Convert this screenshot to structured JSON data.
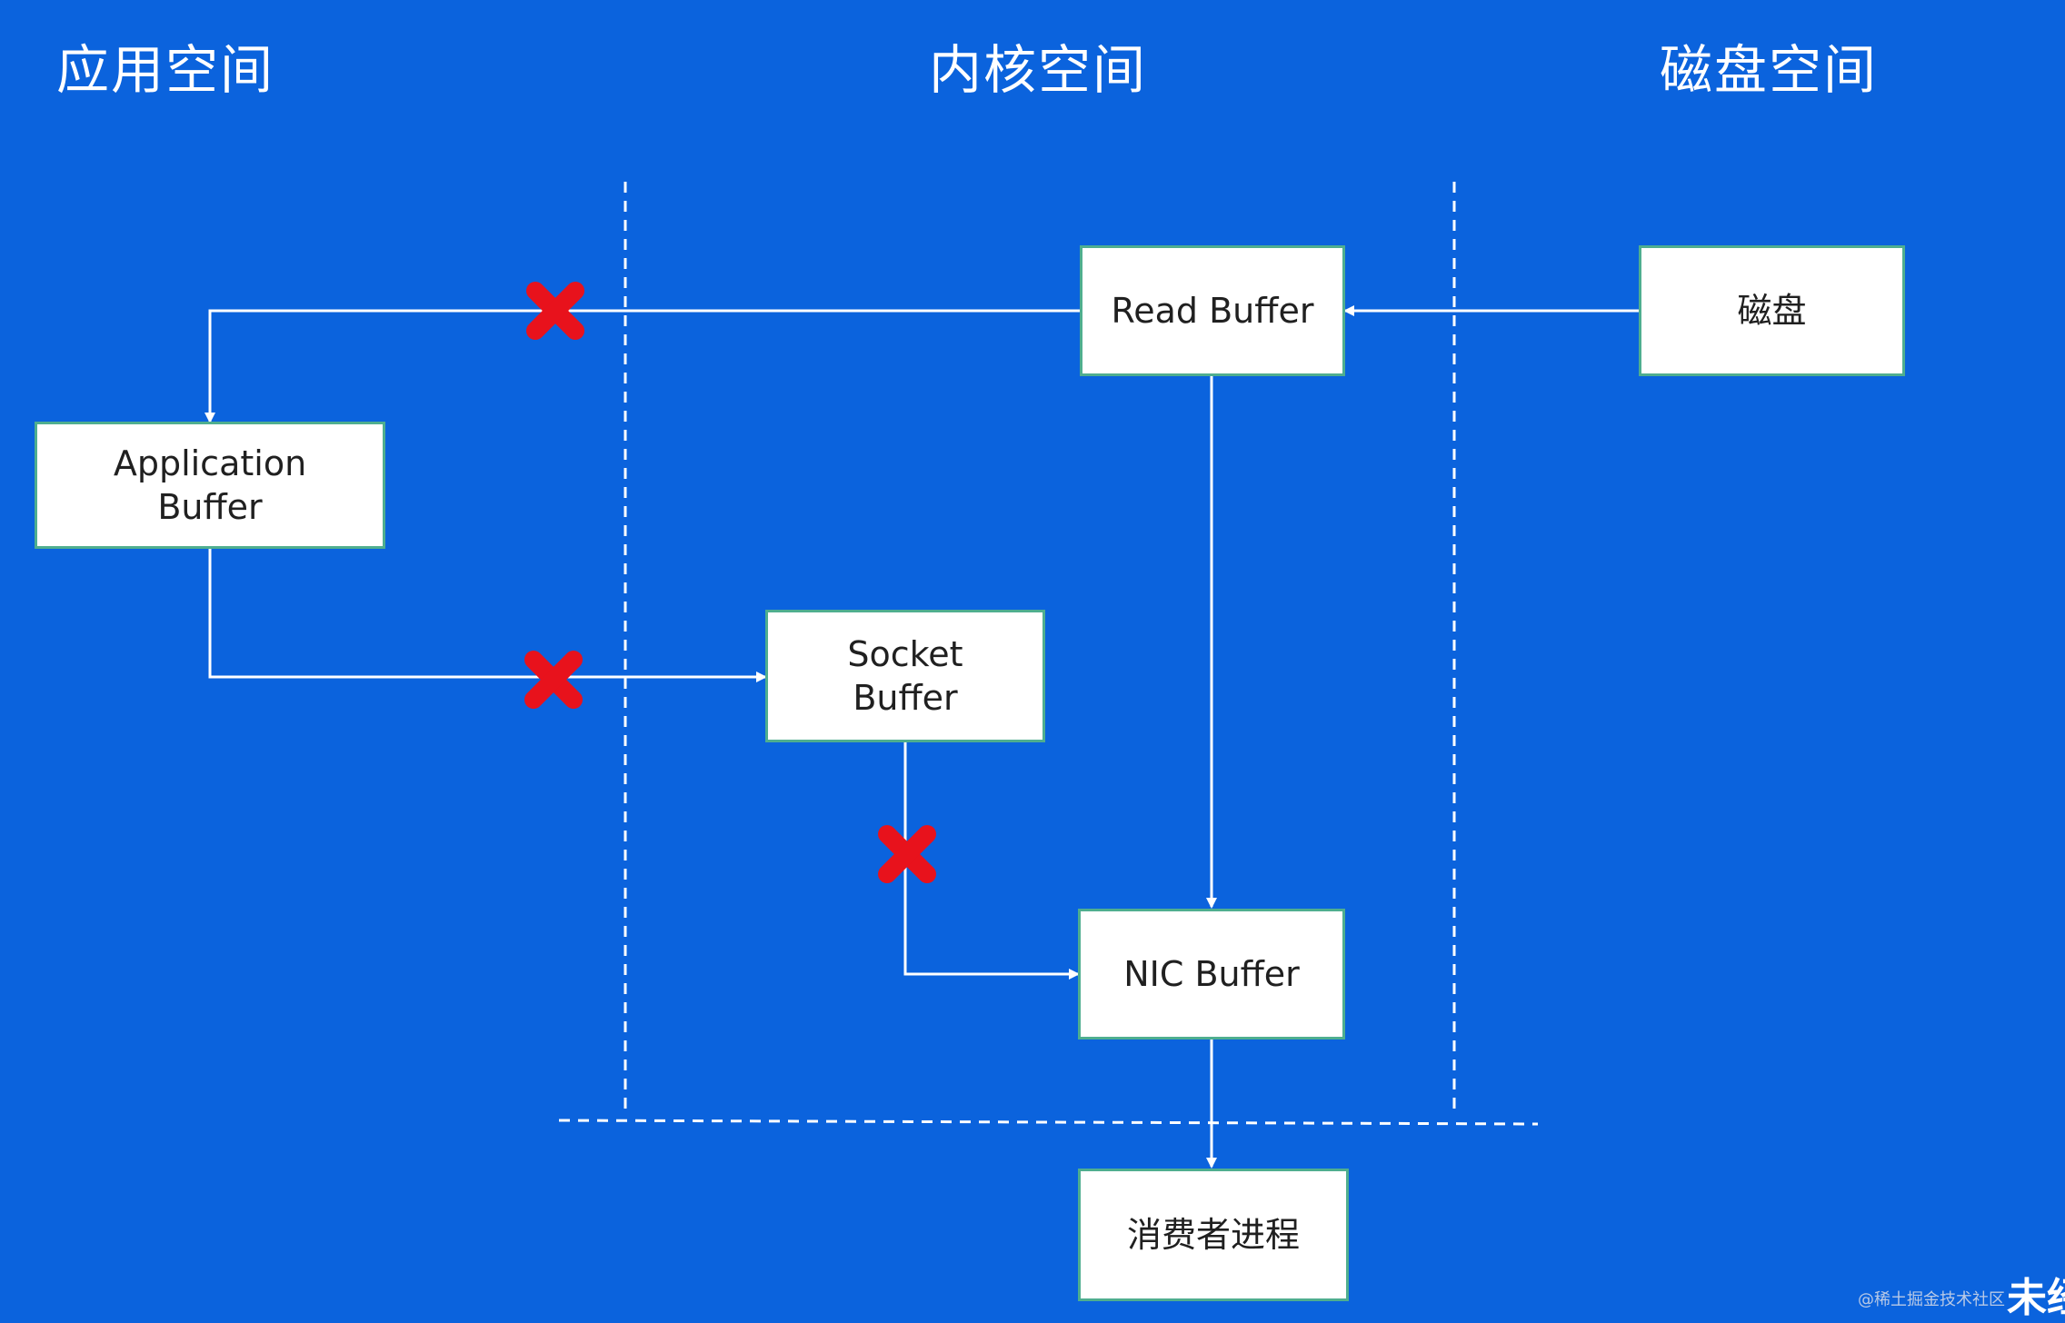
{
  "regions": {
    "app_space": "应用空间",
    "kernel_space": "内核空间",
    "disk_space": "磁盘空间"
  },
  "boxes": {
    "read_buffer": "Read Buffer",
    "disk": "磁盘",
    "application_buffer_line1": "Application",
    "application_buffer_line2": "Buffer",
    "socket_buffer_line1": "Socket",
    "socket_buffer_line2": "Buffer",
    "nic_buffer": "NIC Buffer",
    "consumer_process": "消费者进程"
  },
  "watermark": "@稀土掘金技术社区",
  "corner_text": "未经",
  "colors": {
    "background": "#0b63dd",
    "line": "#ffffff",
    "cross": "#e8121c",
    "box_border": "#4fae8f"
  }
}
